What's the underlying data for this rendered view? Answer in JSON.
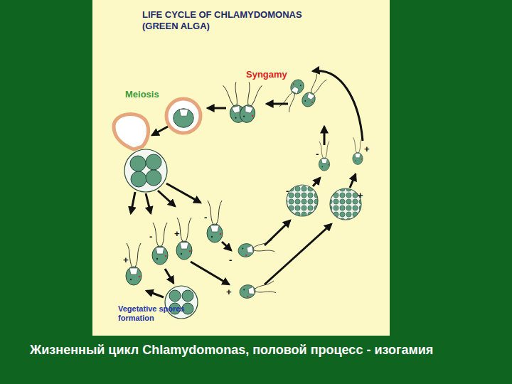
{
  "diagram": {
    "title": "LIFE CYCLE OF CHLAMYDOMONAS (GREEN ALGA)",
    "caption": "Жизненный цикл Chlamydomonas, половой процесс - изогамия",
    "labels": [
      "Syngamy",
      "Meiosis",
      "-",
      "+",
      "-",
      "+",
      "-",
      "+",
      "-",
      "+",
      "-",
      "+",
      "Vegetative spores formation"
    ]
  }
}
